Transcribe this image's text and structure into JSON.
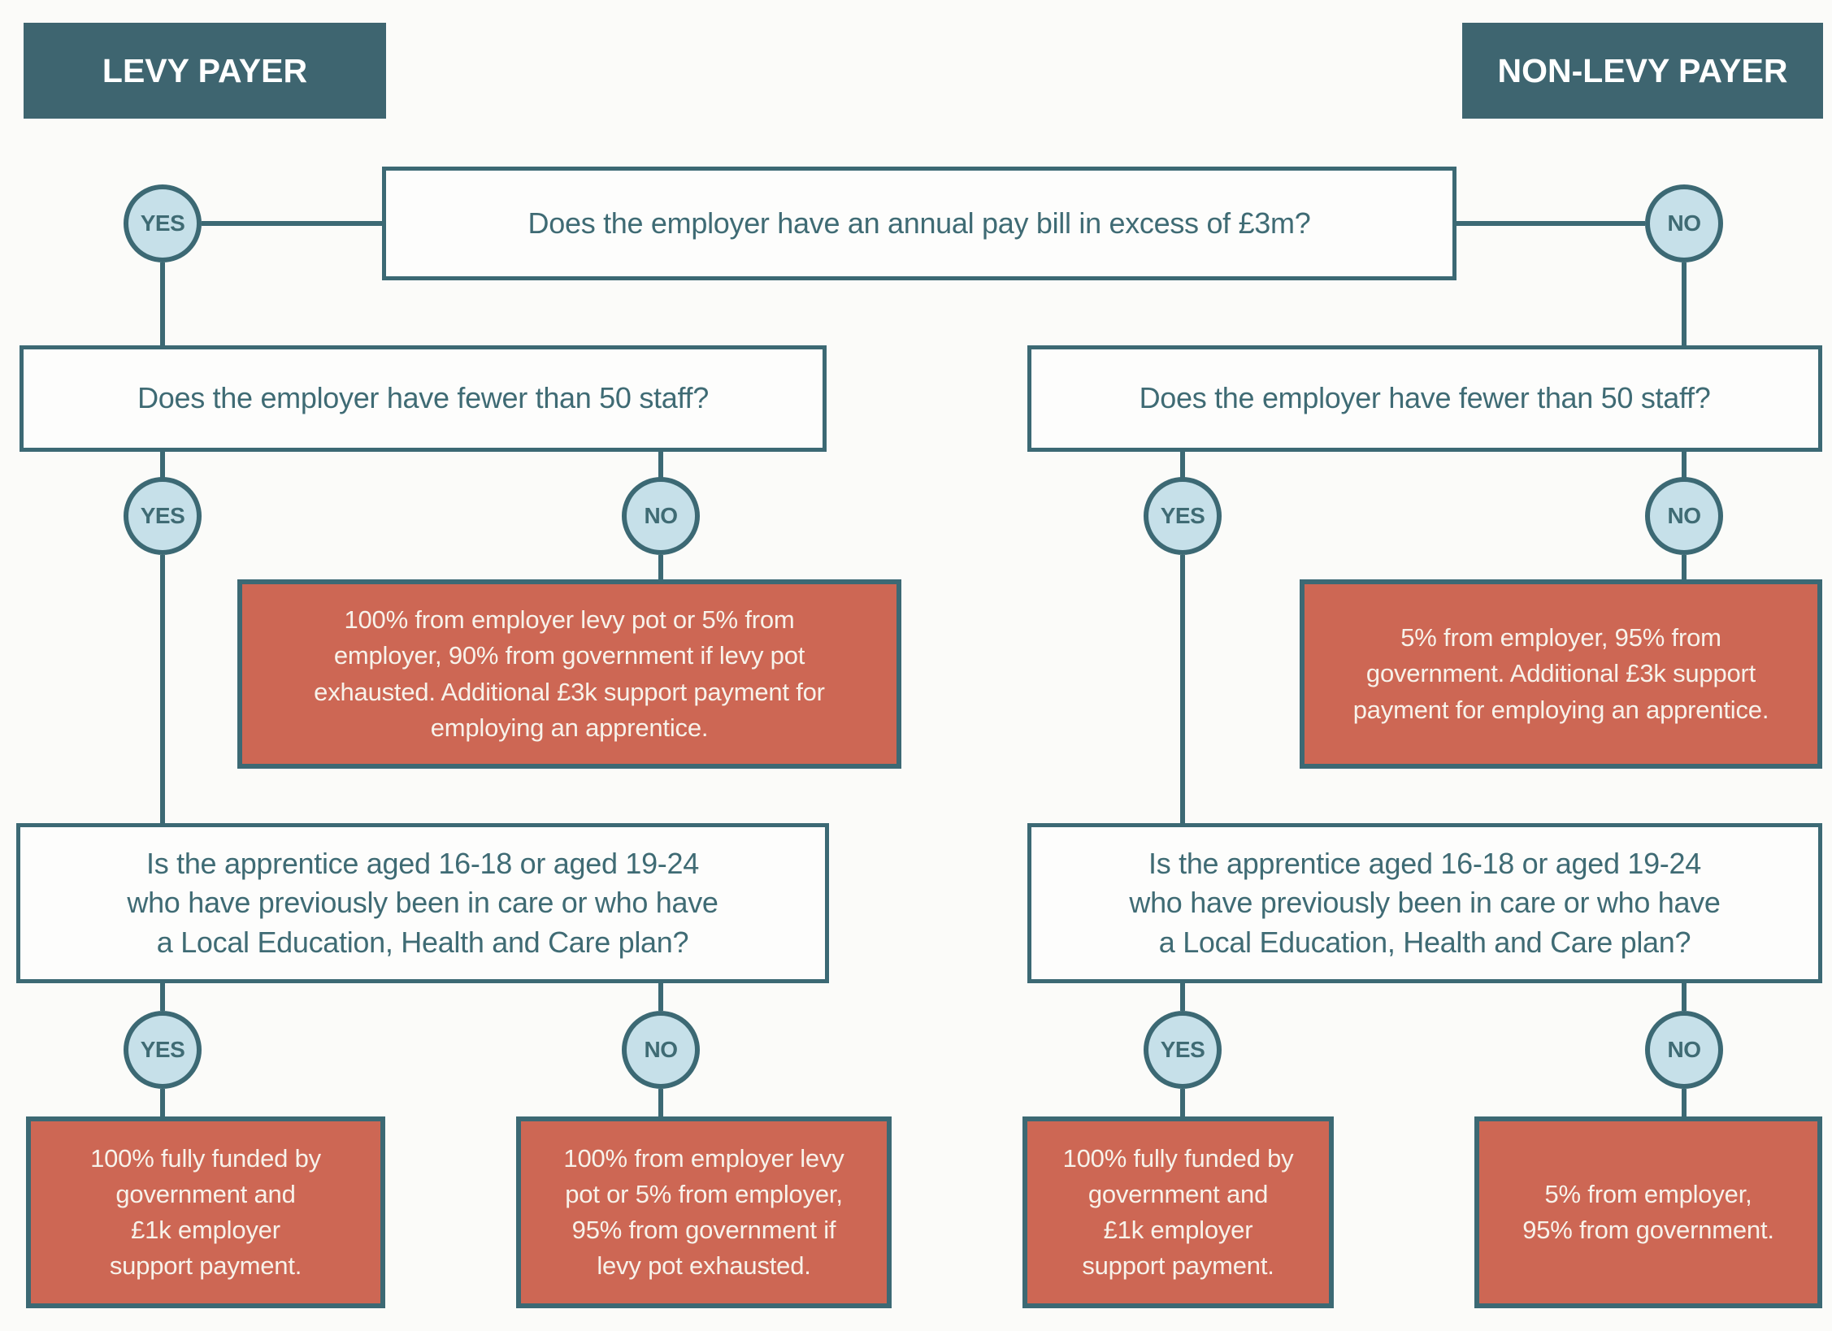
{
  "palette": {
    "line_teal": "#3c6974",
    "header_teal": "#3e6570",
    "circle_fill": "#c6e0e9",
    "red_fill": "#cd6754",
    "text_light": "#f7f2ea",
    "text_teal": "#3f6b74",
    "background": "#fbfbf9",
    "box_fill": "#fdfdfc"
  },
  "headers": {
    "levy": "LEVY PAYER",
    "non_levy": "NON-LEVY PAYER"
  },
  "labels": {
    "yes": "YES",
    "no": "NO"
  },
  "questions": {
    "pay_bill": "Does the employer have an annual pay bill in excess of £3m?",
    "fewer_than_50": "Does the employer have fewer than 50 staff?",
    "apprentice_age": "Is the apprentice aged 16-18 or aged 19-24\nwho have previously been in care or who have\na Local Education, Health and Care plan?"
  },
  "outcomes": {
    "levy_over_50": "100% from employer levy pot or 5% from\nemployer, 90% from government if levy pot\nexhausted. Additional £3k support payment for\nemploying an apprentice.",
    "non_levy_over_50": "5% from employer, 95% from\ngovernment. Additional £3k support\npayment for employing an apprentice.",
    "levy_young": "100% fully funded by\ngovernment and\n£1k employer\nsupport payment.",
    "levy_older": "100% from employer levy\npot or 5% from employer,\n95% from government if\nlevy pot exhausted.",
    "non_levy_young": "100% fully funded by\ngovernment and\n£1k employer\nsupport payment.",
    "non_levy_older": "5% from employer,\n95% from government."
  }
}
